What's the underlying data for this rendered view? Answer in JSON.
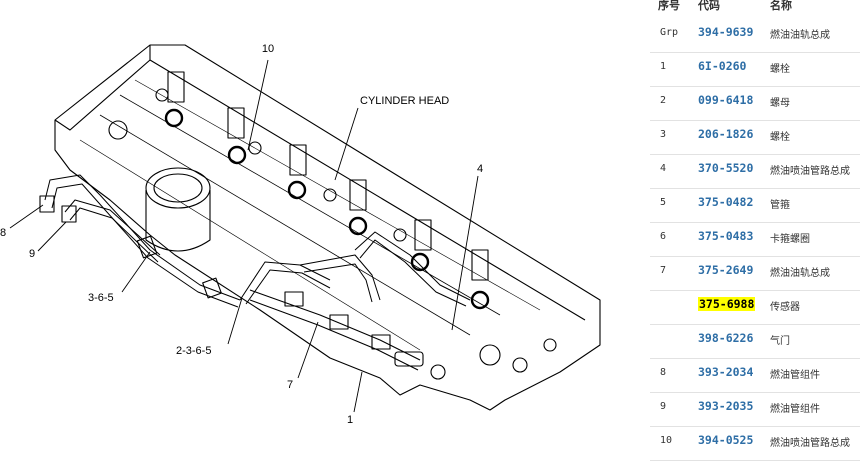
{
  "table": {
    "headers": {
      "seq": "序号",
      "code": "代码",
      "name": "名称"
    },
    "rows": [
      {
        "seq": "Grp",
        "code": "394-9639",
        "name": "燃油油轨总成",
        "highlight": false
      },
      {
        "seq": "1",
        "code": "6I-0260",
        "name": "螺栓",
        "highlight": false
      },
      {
        "seq": "2",
        "code": "099-6418",
        "name": "螺母",
        "highlight": false
      },
      {
        "seq": "3",
        "code": "206-1826",
        "name": "螺栓",
        "highlight": false
      },
      {
        "seq": "4",
        "code": "370-5520",
        "name": "燃油喷油管路总成",
        "highlight": false
      },
      {
        "seq": "5",
        "code": "375-0482",
        "name": "管箍",
        "highlight": false
      },
      {
        "seq": "6",
        "code": "375-0483",
        "name": "卡箍螺圈",
        "highlight": false
      },
      {
        "seq": "7",
        "code": "375-2649",
        "name": "燃油油轨总成",
        "highlight": false
      },
      {
        "seq": "",
        "code": "375-6988",
        "name": "传感器",
        "highlight": true
      },
      {
        "seq": "",
        "code": "398-6226",
        "name": "气门",
        "highlight": false
      },
      {
        "seq": "8",
        "code": "393-2034",
        "name": "燃油管组件",
        "highlight": false
      },
      {
        "seq": "9",
        "code": "393-2035",
        "name": "燃油管组件",
        "highlight": false
      },
      {
        "seq": "10",
        "code": "394-0525",
        "name": "燃油喷油管路总成",
        "highlight": false
      }
    ]
  },
  "diagram": {
    "labels": {
      "cylinder_head": "CYLINDER HEAD",
      "c10": "10",
      "c4": "4",
      "c8": "8",
      "c9": "9",
      "c365": "3-6-5",
      "c2365": "2-3-6-5",
      "c7": "7",
      "c1": "1"
    }
  }
}
